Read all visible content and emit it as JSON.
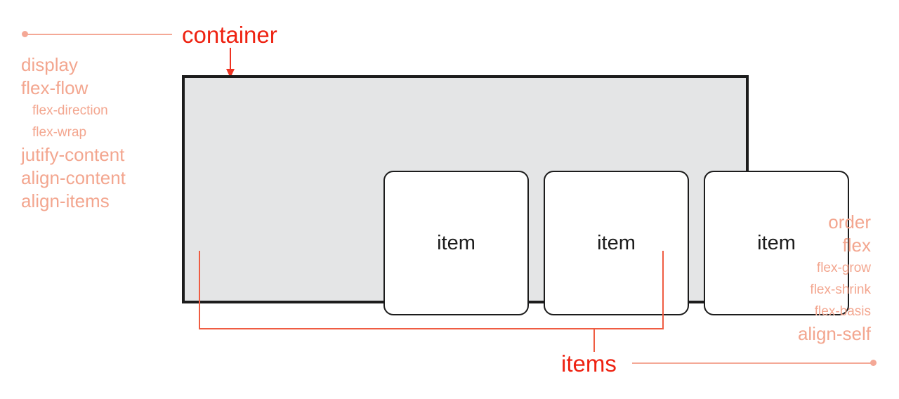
{
  "diagram": {
    "title_container": "container",
    "title_items": "items",
    "colors": {
      "heading_red": "#ee2211",
      "property_salmon": "#f3a68f",
      "connector_salmon": "#f4a896",
      "bracket_orange": "#ef5c42",
      "container_fill": "#e4e5e6",
      "container_stroke": "#1c1c1c",
      "item_fill": "#ffffff",
      "item_stroke": "#1c1c1c",
      "page_background": "#ffffff"
    }
  },
  "container_properties": [
    {
      "label": "display",
      "level": "main"
    },
    {
      "label": "flex-flow",
      "level": "main"
    },
    {
      "label": "flex-direction",
      "level": "sub"
    },
    {
      "label": "flex-wrap",
      "level": "sub"
    },
    {
      "label": "jutify-content",
      "level": "main"
    },
    {
      "label": "align-content",
      "level": "main"
    },
    {
      "label": "align-items",
      "level": "main"
    }
  ],
  "item_properties": [
    {
      "label": "order",
      "level": "main"
    },
    {
      "label": "flex",
      "level": "main"
    },
    {
      "label": "flex-grow",
      "level": "sub"
    },
    {
      "label": "flex-shrink",
      "level": "sub"
    },
    {
      "label": "flex-basis",
      "level": "sub"
    },
    {
      "label": "align-self",
      "level": "main"
    }
  ],
  "flex_items": [
    {
      "label": "item"
    },
    {
      "label": "item"
    },
    {
      "label": "item"
    }
  ]
}
